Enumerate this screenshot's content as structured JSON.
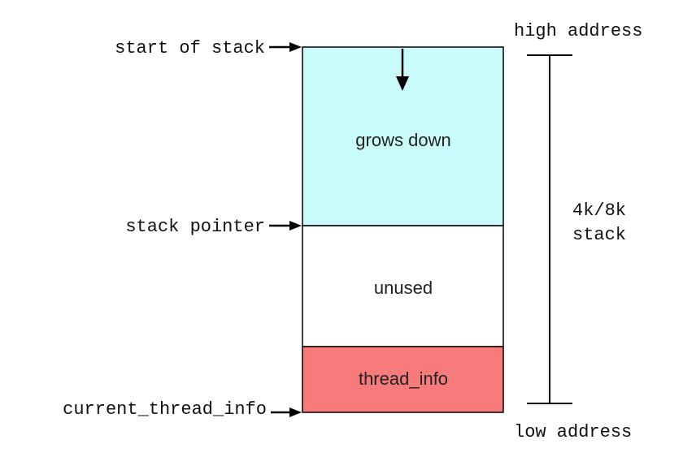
{
  "labels": {
    "start_of_stack": "start of stack",
    "stack_pointer": "stack pointer",
    "current_thread_info": "current_thread_info",
    "high_address": "high address",
    "low_address": "low address",
    "stack_size_line1": "4k/8k",
    "stack_size_line2": "stack"
  },
  "regions": {
    "grows_down": "grows down",
    "unused": "unused",
    "thread_info": "thread_info"
  },
  "colors": {
    "grows_down_fill": "#c9fbfb",
    "unused_fill": "#ffffff",
    "thread_info_fill": "#f77b7b",
    "stroke": "#000000"
  },
  "icons": {
    "pointer_arrow": "right-arrow-icon",
    "growth_arrow": "down-arrow-icon"
  }
}
